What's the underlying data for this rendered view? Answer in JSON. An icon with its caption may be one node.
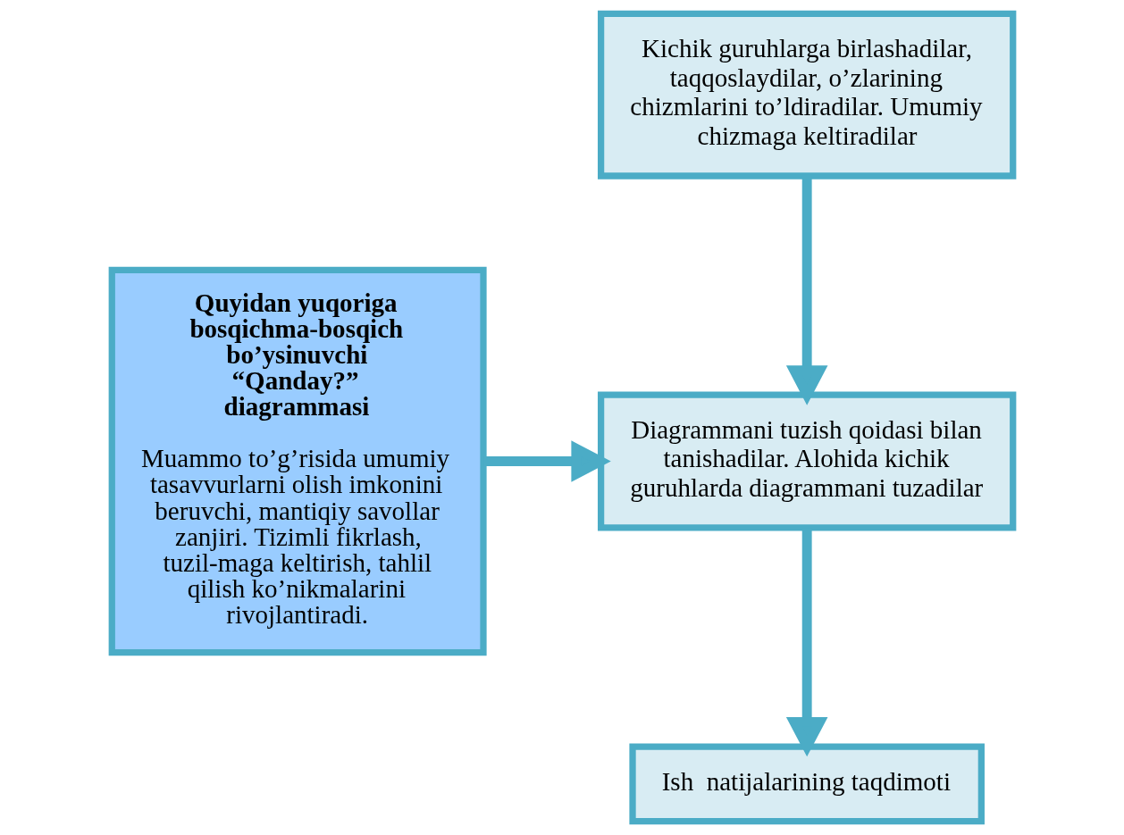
{
  "diagram": {
    "nodes": [
      {
        "text": [
          "Quyidan yuqoriga bosqichma-bosqich bo’ysinuvchi “Qanday?” diagrammasi",
          "Muammo to’g’risida umumiy tasavvurlarni olish imkonini beruvchi, mantiqiy savollar zanjiri. Tizimli fikrlash, tuzil-maga keltirish, tahlil qilish ko’nikmalarini rivojlantiradi."
        ]
      },
      {
        "text": [
          "Kichik guruhlarga birlashadilar, taqqoslaydilar, o’zlarining chizmlarini to’ldiradilar. Umumiy chizmaga keltiradilar"
        ]
      },
      {
        "text": [
          "Diagrammani tuzish qoidasi bilan tanishadilar. Alohida kichik guruhlarda diagrammani tuzadilar"
        ]
      },
      {
        "text": [
          "Ish  natijalarining taqdimoti"
        ]
      }
    ],
    "edges": [
      {
        "from": 0,
        "to": 2,
        "arrow": "to"
      },
      {
        "from": 1,
        "to": 2,
        "arrow": "to"
      },
      {
        "from": 2,
        "to": 3,
        "arrow": "to"
      }
    ]
  }
}
